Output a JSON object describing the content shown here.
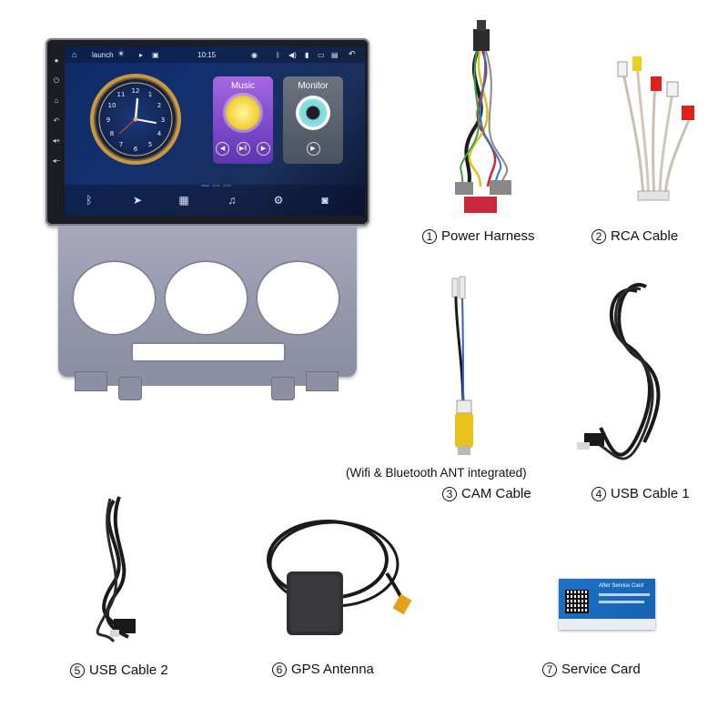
{
  "screen": {
    "status_app": "launch",
    "status_time": "10:15",
    "music_title": "Music",
    "monitor_title": "Monitor"
  },
  "accessories": [
    {
      "number": "1",
      "label": "Power Harness"
    },
    {
      "number": "2",
      "label": "RCA Cable"
    },
    {
      "number": "3",
      "label": "CAM Cable"
    },
    {
      "number": "4",
      "label": "USB Cable 1"
    },
    {
      "number": "5",
      "label": "USB Cable 2"
    },
    {
      "number": "6",
      "label": "GPS Antenna"
    },
    {
      "number": "7",
      "label": "Service Card"
    }
  ],
  "cam_note": "(Wifi & Bluetooth ANT integrated)",
  "service_card_title": "After Service Card",
  "colors": {
    "frame": "#9597ab",
    "screen_bg": "#13306e",
    "music_card": "#8d55d6",
    "cable": "#1a1a1a",
    "card_blue": "#1a6fc4"
  },
  "icons": [
    "home-icon",
    "brightness-icon",
    "bluetooth-icon",
    "volume-icon",
    "back-icon",
    "navigation-icon",
    "apps-icon",
    "music-icon",
    "settings-icon",
    "camera-icon"
  ]
}
